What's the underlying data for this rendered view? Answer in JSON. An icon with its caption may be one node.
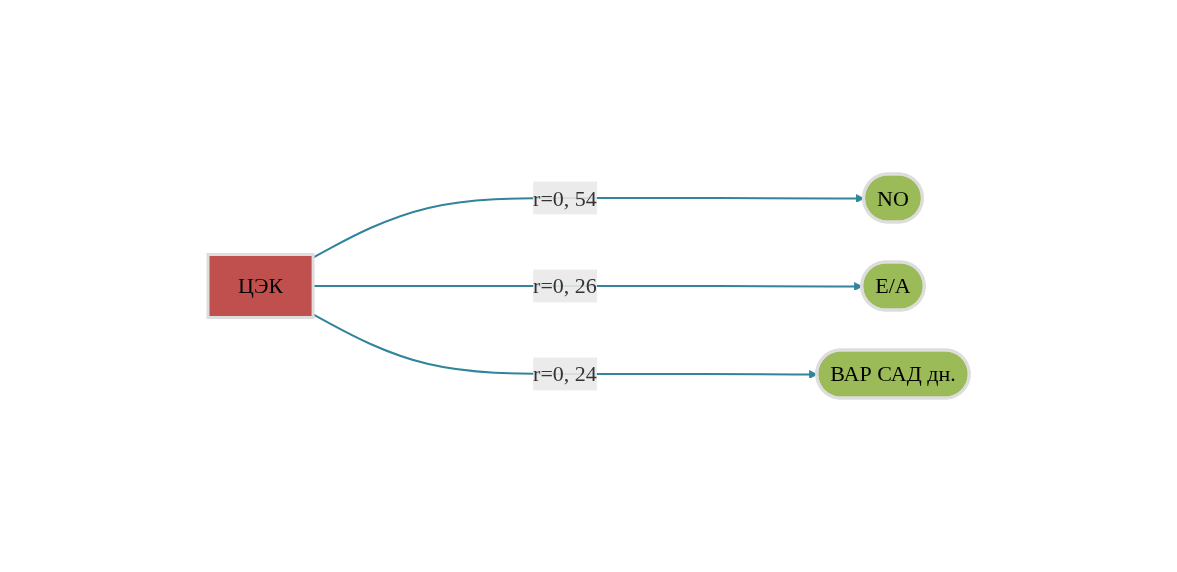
{
  "diagram": {
    "nodes": [
      {
        "text": [
          "ЦЭК"
        ]
      },
      {
        "text": [
          "NO"
        ]
      },
      {
        "text": [
          "E/A"
        ]
      },
      {
        "text": [
          "ВАР САД дн."
        ]
      }
    ],
    "edges": [
      {
        "from": 0,
        "to": 1,
        "arrow": "to",
        "label": "r=0, 54"
      },
      {
        "from": 0,
        "to": 2,
        "arrow": "to",
        "label": "r=0, 26"
      },
      {
        "from": 0,
        "to": 3,
        "arrow": "to",
        "label": "r=0, 24"
      }
    ]
  }
}
